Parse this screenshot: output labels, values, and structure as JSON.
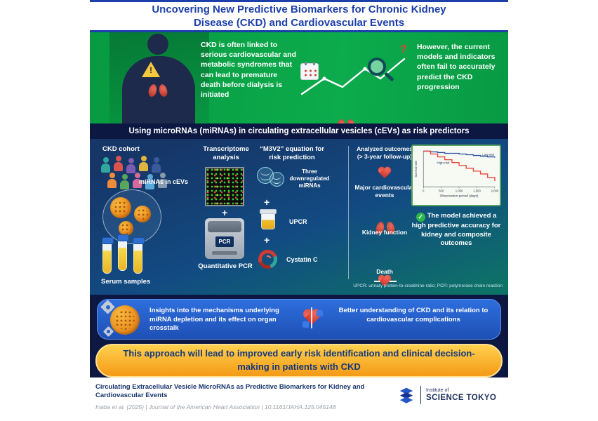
{
  "title": {
    "line1": "Uncovering New Predictive Biomarkers for Chronic Kidney",
    "line2": "Disease (CKD) and Cardiovascular Events"
  },
  "problem": {
    "left_text": "CKD is often linked to serious cardiovascular and metabolic syndromes that can lead to premature death before dialysis is initiated",
    "right_text": "However, the current models and indicators often fail to accurately predict the CKD progression"
  },
  "method_banner": "Using microRNAs (miRNAs) in circulating extracellular vesicles (cEVs) as risk predictors",
  "study": {
    "cohort_label": "CKD cohort",
    "mirna_label": "miRNAs in cEVs",
    "serum_label": "Serum samples",
    "transcriptome_label": "Transcriptome analysis",
    "plus": "+",
    "pcr_machine_label": "PCR",
    "qpcr_label": "Quantitative PCR",
    "equation_title": "“M3V2” equation for risk prediction",
    "equation_items": [
      "Three downregulated miRNAs",
      "UPCR",
      "Cystatin C"
    ],
    "outcomes_title": "Analyzed outcomes (> 3-year follow-up)",
    "outcomes": [
      "Major cardiovascular events",
      "Kidney function",
      "Death"
    ],
    "result_text": "The model achieved a high predictive accuracy for kidney and composite outcomes",
    "abbreviations": "UPCR: urinary protein-to-creatinine ratio; PCR: polymerase chain reaction"
  },
  "chart_data": {
    "type": "line",
    "title": "",
    "xlabel": "Observation period (days)",
    "ylabel": "Survival rate",
    "xlim": [
      0,
      2000
    ],
    "ylim": [
      50,
      100
    ],
    "xticks": [
      0,
      500,
      1000,
      1500,
      2000
    ],
    "xtick_labels": [
      "0",
      "500",
      "1,000",
      "1,500",
      "2,000"
    ],
    "grid": false,
    "legend_position": "inline",
    "series": [
      {
        "name": "Low-risk",
        "color": "#2b4ea8",
        "x": [
          0,
          200,
          400,
          600,
          800,
          1000,
          1200,
          1400,
          1600,
          1800,
          2000
        ],
        "y": [
          100,
          99,
          98,
          97,
          97,
          96,
          95,
          94,
          93,
          92,
          91
        ]
      },
      {
        "name": "High-risk",
        "color": "#e8433a",
        "x": [
          0,
          200,
          400,
          600,
          800,
          1000,
          1200,
          1400,
          1600,
          1800,
          2000
        ],
        "y": [
          100,
          96,
          92,
          88,
          84,
          80,
          76,
          72,
          68,
          63,
          58
        ]
      }
    ]
  },
  "insights": {
    "left_text": "Insights into the mechanisms underlying miRNA depletion and its effect on organ crosstalk",
    "right_text": "Better understanding of CKD and its relation to cardiovascular complications"
  },
  "conclusion": "This approach will lead to improved early risk identification and clinical decision-making in patients with CKD",
  "footer": {
    "paper_title": "Circulating Extracellular Vesicle MicroRNAs as Predictive Biomarkers for Kidney and Cardiovascular Events",
    "citation": "Inaba et al. (2025) | Journal of the American Heart Association | 10.1161/JAHA.125.045148",
    "logo_top": "Institute of",
    "logo_bottom": "SCIENCE TOKYO"
  },
  "icons": {
    "check": "✓",
    "question": "?",
    "warning": "!"
  },
  "colors": {
    "accent_blue": "#1c3faa",
    "green": "#0cab4c",
    "navy": "#0c1742",
    "orange": "#f49a17",
    "low_risk": "#2b4ea8",
    "high_risk": "#e8433a"
  }
}
